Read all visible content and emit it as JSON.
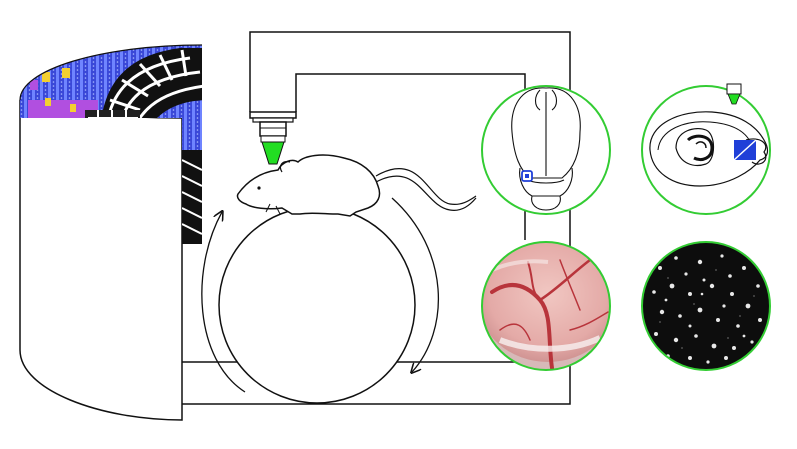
{
  "scene": {
    "description_free": true,
    "components": [
      "display-screen",
      "microscope-frame",
      "objective-lens",
      "mouse",
      "treadmill-ball",
      "rotation-arrows",
      "inset-brain-dorsal",
      "inset-brain-section",
      "inset-cranial-window",
      "inset-two-photon-image"
    ]
  },
  "colors": {
    "line": "#111111",
    "light_green": "#22dd22",
    "inset_ring": "#33cc33",
    "screen_bg": "#3a48d8",
    "screen_stripe": "#6f84ff",
    "screen_accent_purple": "#b14fe0",
    "screen_accent_yellow": "#f3d030",
    "marker_blue": "#1f3fd8",
    "tissue_pink": "#e8b3b0",
    "vessel_red": "#b8343b",
    "neuron_bg": "#0d0d0d",
    "neuron_cell": "#e8e8e8"
  }
}
